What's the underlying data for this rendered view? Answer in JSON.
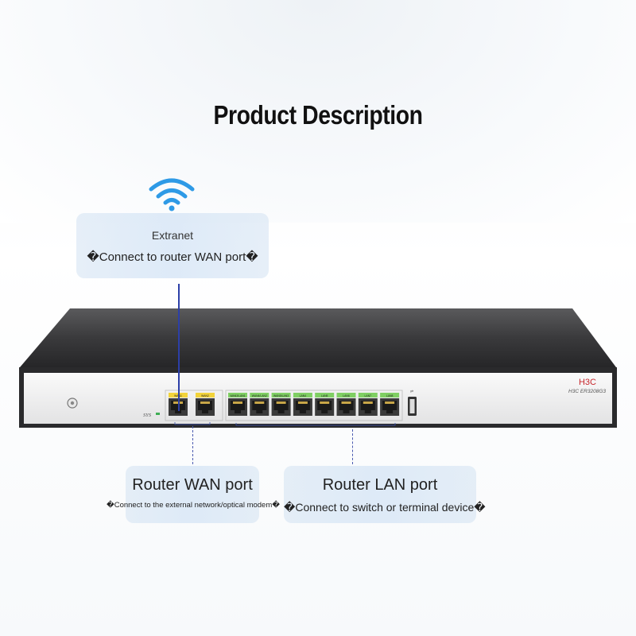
{
  "title": "Product Description",
  "extranet": {
    "label": "Extranet",
    "description": "�Connect to router WAN port�"
  },
  "router": {
    "brand": "H3C",
    "model": "H3C ER3208G3",
    "sys_label": "SYS",
    "wan_port_labels": [
      "WAN1",
      "WAN2"
    ],
    "lan_port_labels": [
      "WAN3/LAN1",
      "WAN4/LAN2",
      "WAN5/LAN3",
      "LAN4",
      "LAN5",
      "LAN6",
      "LAN7",
      "LAN8"
    ],
    "colors": {
      "wan": "#f2d33a",
      "lan": "#7fcf63"
    }
  },
  "wan_callout": {
    "title": "Router WAN port",
    "description": "�Connect to the external network/optical modem�"
  },
  "lan_callout": {
    "title": "Router LAN port",
    "description": "�Connect to switch or terminal device�"
  }
}
